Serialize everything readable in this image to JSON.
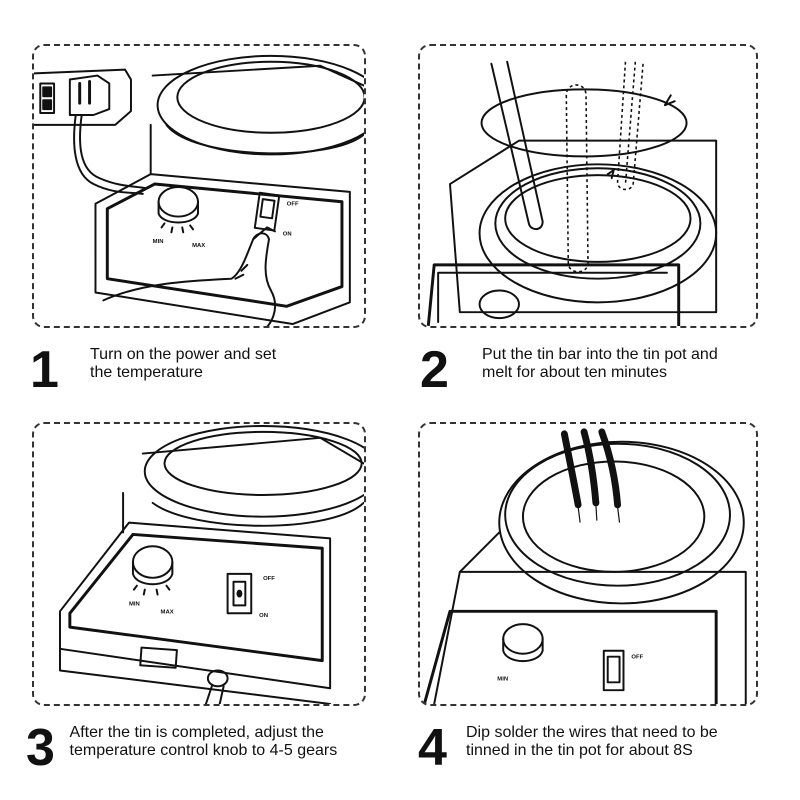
{
  "steps": [
    {
      "number": "1",
      "caption_line1": "Turn on the power and set",
      "caption_line2": "the temperature"
    },
    {
      "number": "2",
      "caption_line1": "Put the tin bar into the tin pot and",
      "caption_line2": "melt for about ten minutes"
    },
    {
      "number": "3",
      "caption_line1": "After the tin is completed, adjust the",
      "caption_line2": "temperature control knob to 4-5 gears"
    },
    {
      "number": "4",
      "caption_line1": "Dip solder the wires that need to be",
      "caption_line2": "tinned in the tin pot for about 8S"
    }
  ],
  "panel_labels": {
    "off": "OFF",
    "on": "ON",
    "min": "MIN",
    "max": "MAX"
  }
}
